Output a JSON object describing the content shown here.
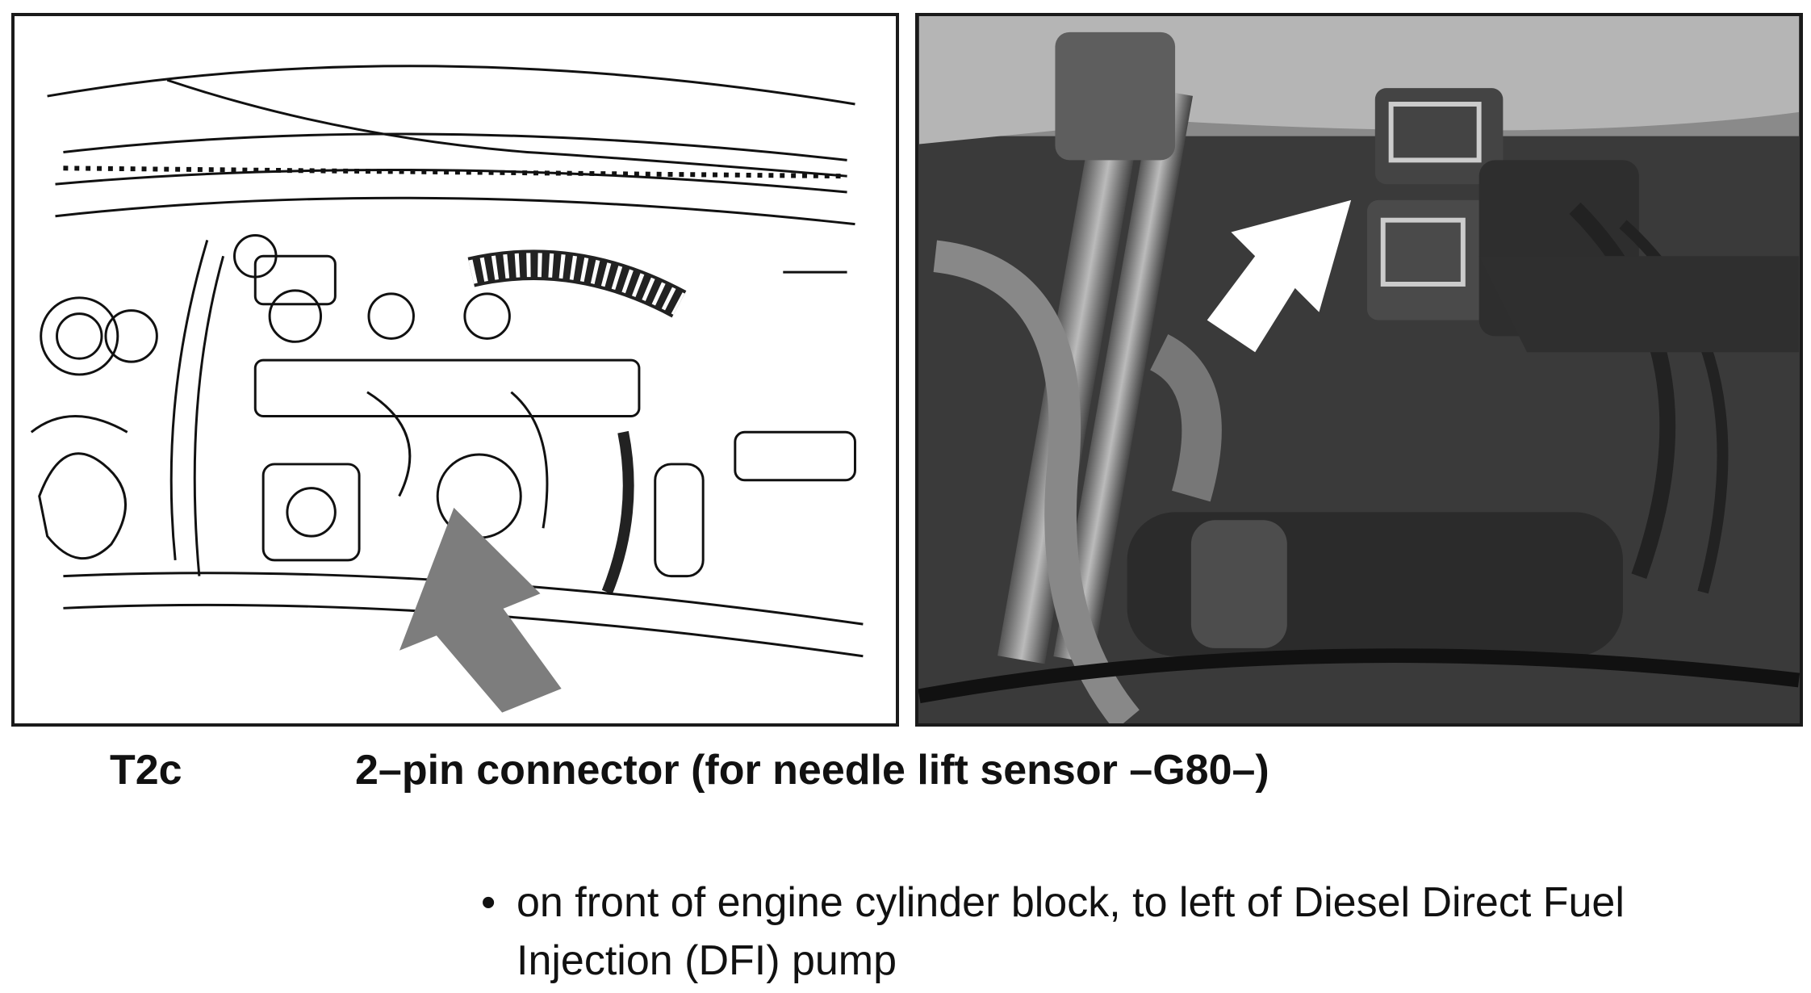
{
  "connector": {
    "code": "T2c",
    "title": "2–pin connector (for needle lift sensor –G80–)"
  },
  "location_note": {
    "bullet": "•",
    "text": "on front of engine cylinder block, to left of Diesel Direct Fuel Injection (DFI) pump"
  },
  "colors": {
    "arrow_drawing": "#7d7d7d",
    "arrow_photo": "#ffffff",
    "photo_background": "#3a3a3a"
  }
}
